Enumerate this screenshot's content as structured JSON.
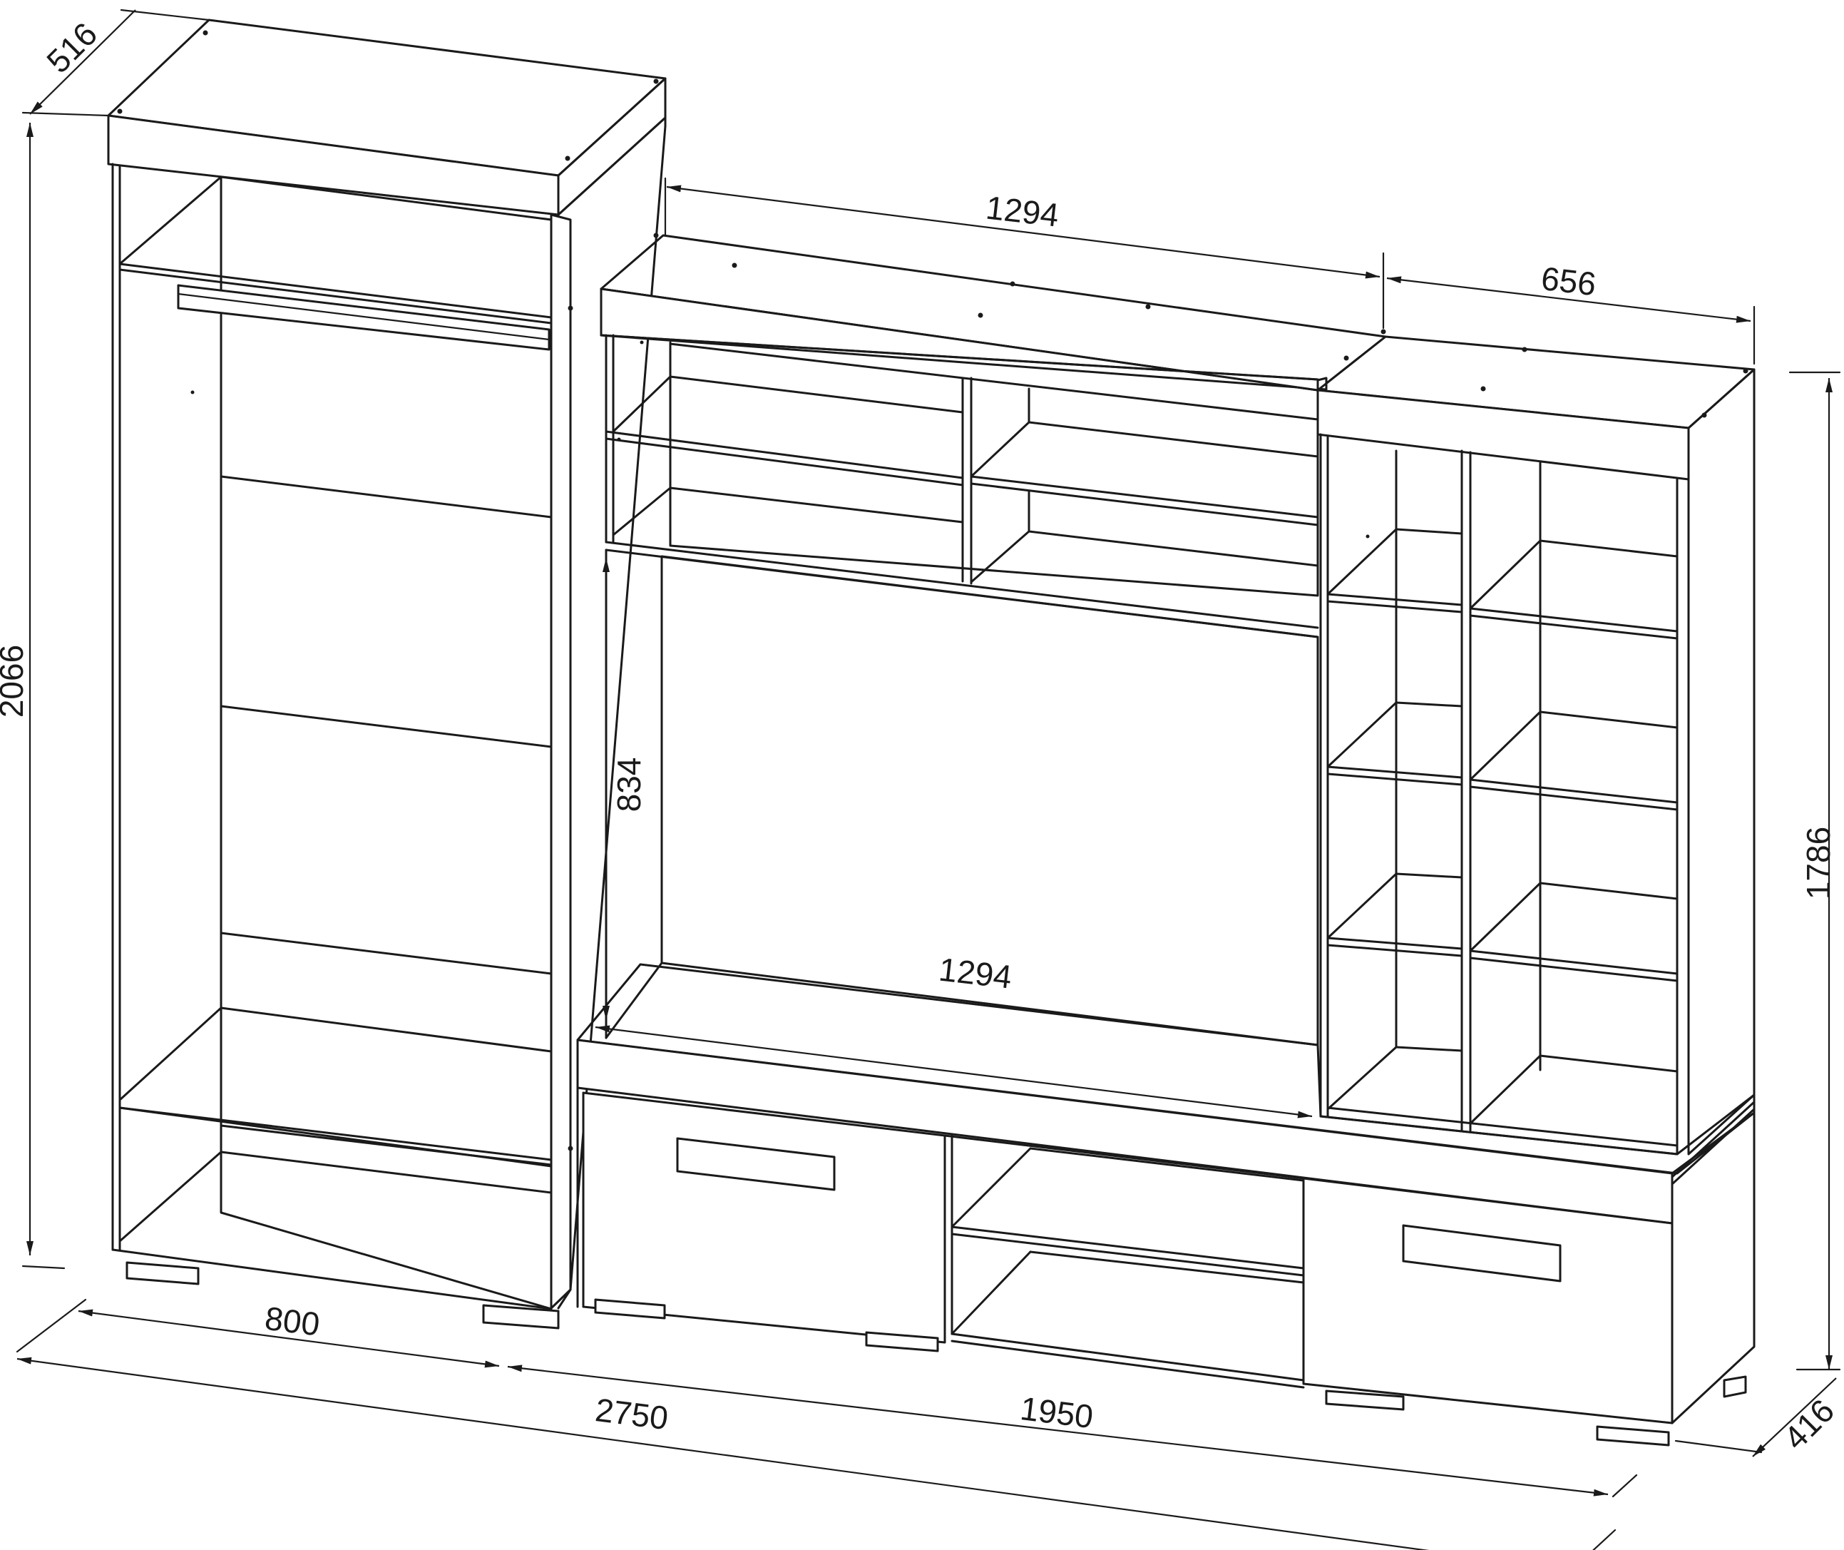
{
  "dimensions": {
    "wardrobe_depth": "516",
    "wardrobe_height": "2066",
    "top_shelf_width": "1294",
    "right_cabinet_width": "656",
    "tv_niche_height": "834",
    "tv_stand_width": "1294",
    "right_cabinet_height": "1786",
    "wardrobe_width": "800",
    "total_width": "2750",
    "tv_section_width": "1950",
    "tv_stand_depth": "416"
  }
}
